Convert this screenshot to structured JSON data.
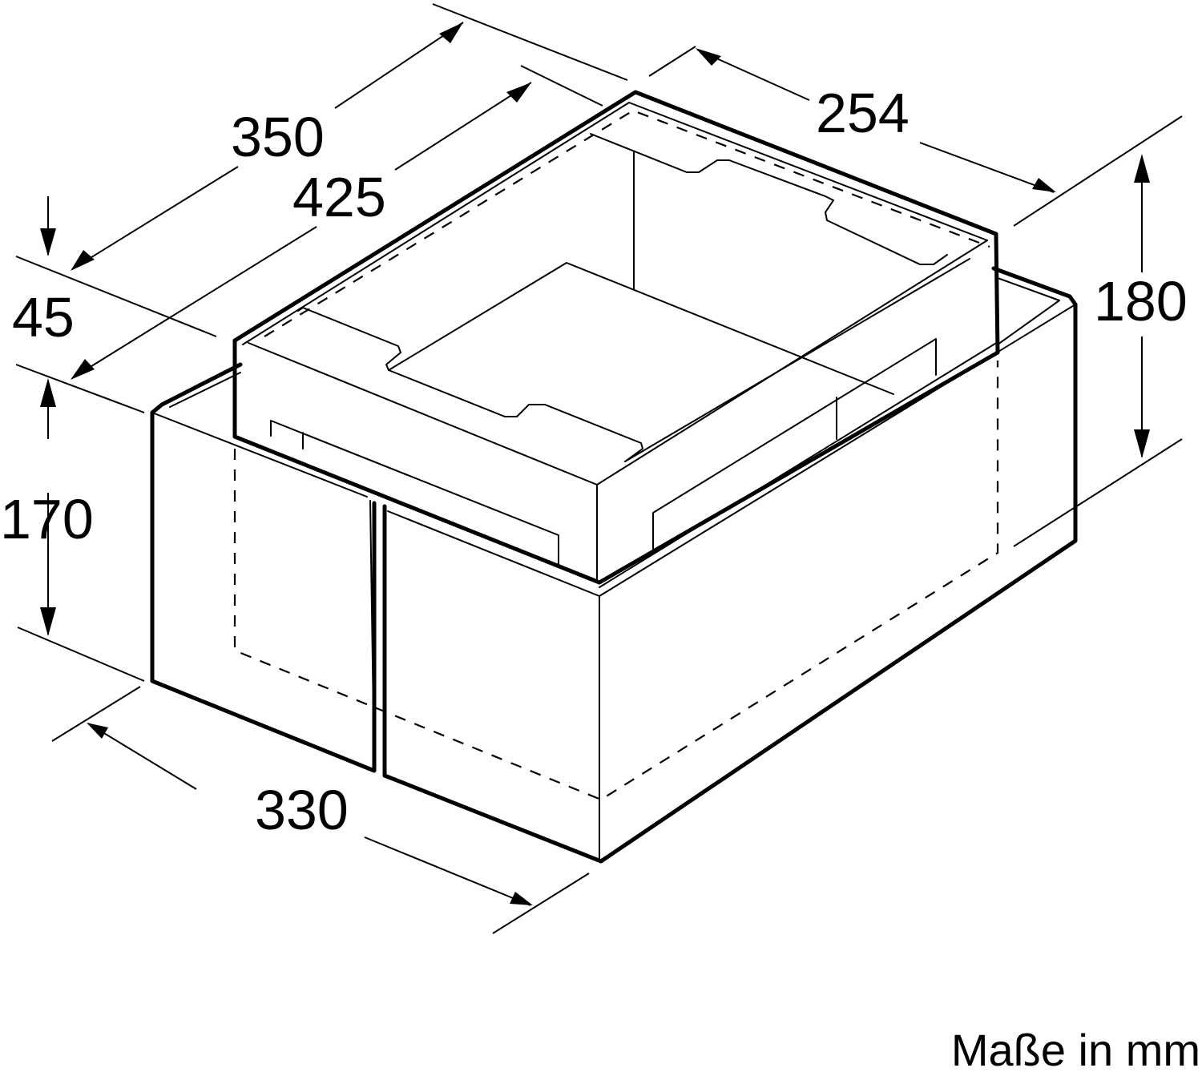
{
  "diagram": {
    "subject": "Hood plinth/base frame assembly, isometric view",
    "colors": {
      "line": "#000000",
      "background": "#ffffff"
    },
    "dimensions": {
      "depth_outer": "350",
      "depth_overall": "425",
      "width_top": "254",
      "height_total": "180",
      "offset_top": "45",
      "height_lower": "170",
      "width_bottom": "330"
    },
    "unit_note": "Maße in mm"
  }
}
